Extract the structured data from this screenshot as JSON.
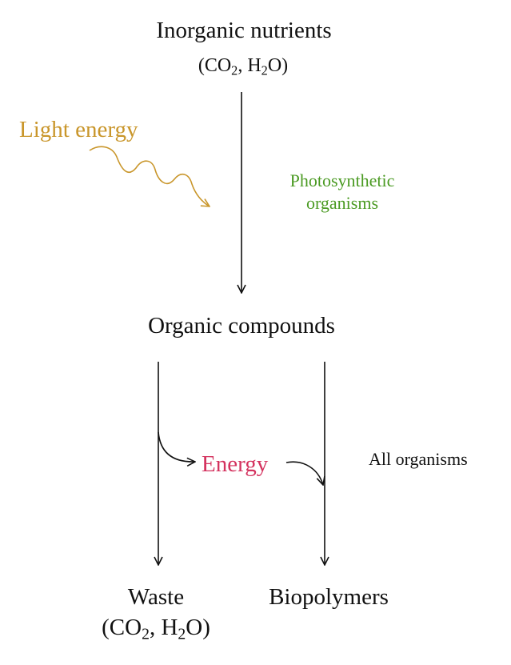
{
  "nodes": {
    "inorganic": {
      "title": "Inorganic nutrients",
      "formula": {
        "a": "CO",
        "a_sub": "2",
        "sep": ", H",
        "b_sub": "2",
        "b": "O"
      }
    },
    "organic": {
      "title": "Organic compounds"
    },
    "waste": {
      "title": "Waste",
      "formula": {
        "a": "CO",
        "a_sub": "2",
        "sep": ", H",
        "b_sub": "2",
        "b": "O"
      }
    },
    "biopolymers": {
      "title": "Biopolymers"
    },
    "energy": {
      "title": "Energy"
    }
  },
  "labels": {
    "light_energy": "Light energy",
    "photosynthetic_line1": "Photosynthetic",
    "photosynthetic_line2": "organisms",
    "all_organisms": "All organisms"
  },
  "colors": {
    "light": "#c9962b",
    "photosynthetic": "#4a9a22",
    "energy": "#d4335f",
    "text": "#111111",
    "arrow": "#111111"
  }
}
